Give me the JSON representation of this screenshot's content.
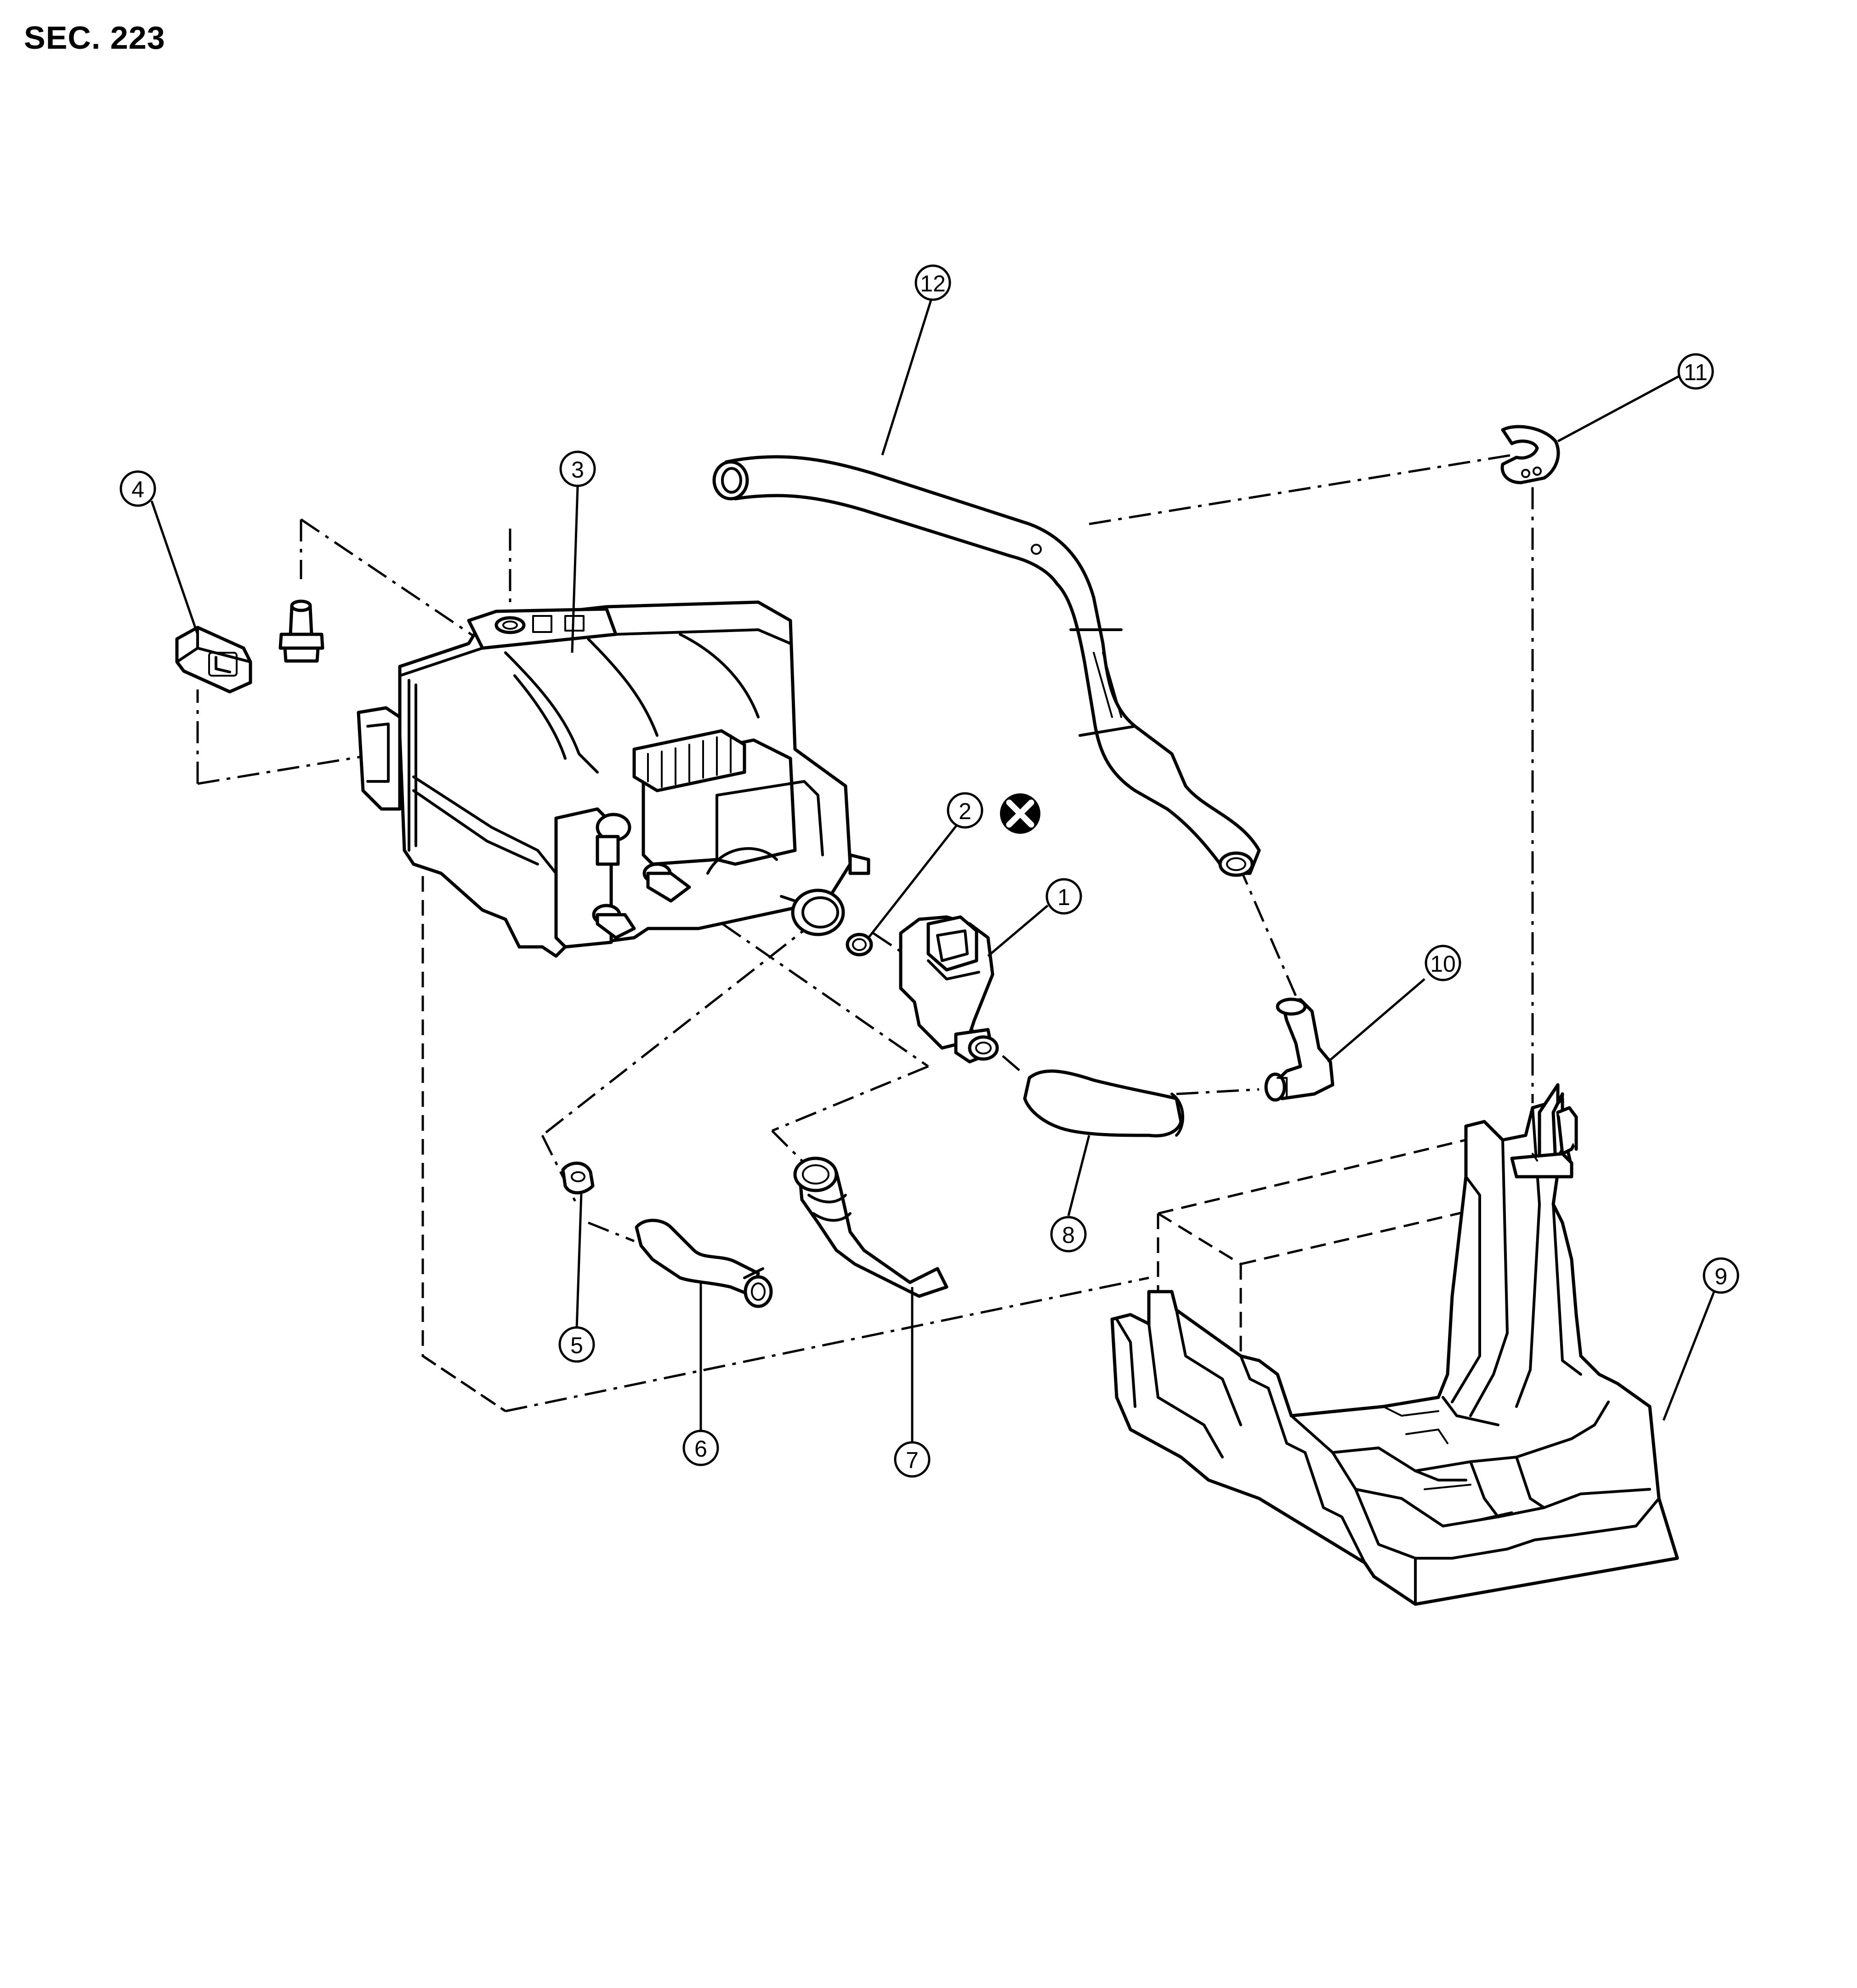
{
  "section_label": "SEC. 223",
  "callouts": [
    {
      "id": "c1",
      "label": "1",
      "part": "evap-canister-vent-control-valve"
    },
    {
      "id": "c2",
      "label": "2",
      "part": "o-ring"
    },
    {
      "id": "c3",
      "label": "3",
      "part": "evap-canister"
    },
    {
      "id": "c4",
      "label": "4",
      "part": "harness-connector"
    },
    {
      "id": "c5",
      "label": "5",
      "part": "clip"
    },
    {
      "id": "c6",
      "label": "6",
      "part": "hose"
    },
    {
      "id": "c7",
      "label": "7",
      "part": "tube"
    },
    {
      "id": "c8",
      "label": "8",
      "part": "hose"
    },
    {
      "id": "c9",
      "label": "9",
      "part": "canister-protector"
    },
    {
      "id": "c10",
      "label": "10",
      "part": "tube-joint"
    },
    {
      "id": "c11",
      "label": "11",
      "part": "clip"
    },
    {
      "id": "c12",
      "label": "12",
      "part": "drain-filter-hose"
    }
  ],
  "symbols": [
    {
      "id": "do-not-reuse",
      "icon": "x-in-circle-icon",
      "meaning": "always replace after every disassembly"
    }
  ]
}
